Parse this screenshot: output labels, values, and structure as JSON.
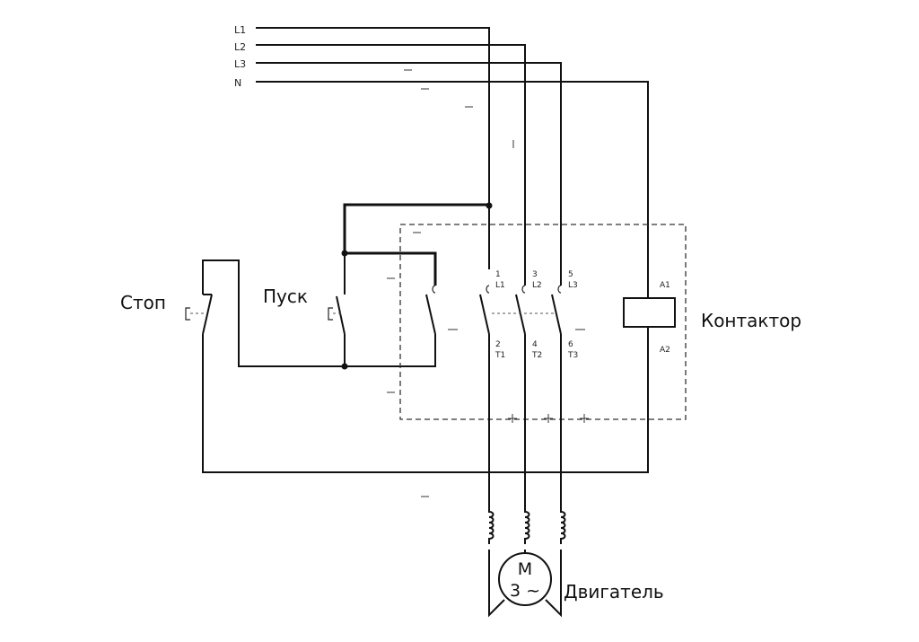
{
  "lines": {
    "l1": "L1",
    "l2": "L2",
    "l3": "L3",
    "n": "N"
  },
  "labels": {
    "stop": "Стоп",
    "start": "Пуск",
    "contactor": "Контактор",
    "motor": "Двигатель"
  },
  "terminals": {
    "t1_num": "1",
    "t1_name": "L1",
    "t3_num": "3",
    "t3_name": "L2",
    "t5_num": "5",
    "t5_name": "L3",
    "t2_num": "2",
    "t2_name": "T1",
    "t4_num": "4",
    "t4_name": "T2",
    "t6_num": "6",
    "t6_name": "T3",
    "a1": "A1",
    "a2": "A2"
  },
  "motor_symbol": {
    "letter": "M",
    "phase": "3 ~"
  }
}
